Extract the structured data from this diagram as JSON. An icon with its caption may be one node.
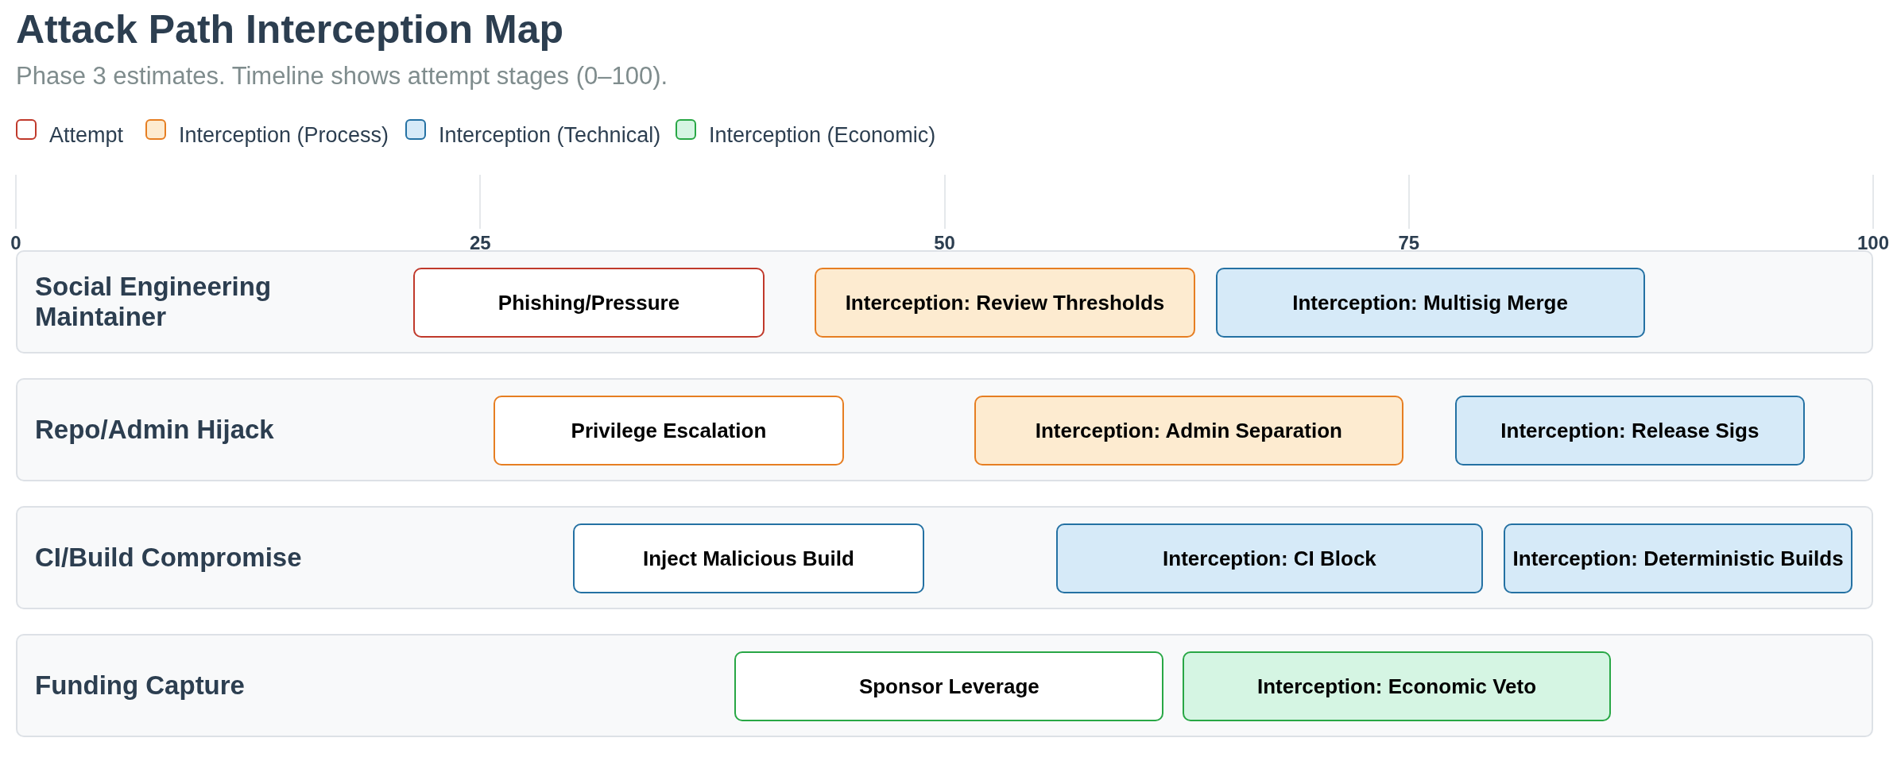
{
  "diagram": {
    "title": "Attack Path Interception Map",
    "caption": "Phase 3 estimates. Timeline shows attempt stages (0–100).",
    "nodes": [
      {
        "text": [
          "Social Engineering Maintainer"
        ]
      },
      {
        "text": [
          "Phishing/Pressure"
        ],
        "in": 0
      },
      {
        "text": [
          "Interception: Review Thresholds"
        ],
        "in": 0
      },
      {
        "text": [
          "Interception: Multisig Merge"
        ],
        "in": 0
      },
      {
        "text": [
          "Repo/Admin Hijack"
        ]
      },
      {
        "text": [
          "Privilege Escalation"
        ],
        "in": 4
      },
      {
        "text": [
          "Interception: Admin Separation"
        ],
        "in": 4
      },
      {
        "text": [
          "Interception: Release Sigs"
        ],
        "in": 4
      },
      {
        "text": [
          "CI/Build Compromise"
        ]
      },
      {
        "text": [
          "Inject Malicious Build"
        ],
        "in": 8
      },
      {
        "text": [
          "Interception: CI Block"
        ],
        "in": 8
      },
      {
        "text": [
          "Interception: Deterministic Builds"
        ],
        "in": 8
      },
      {
        "text": [
          "Funding Capture"
        ]
      },
      {
        "text": [
          "Sponsor Leverage"
        ],
        "in": 12
      },
      {
        "text": [
          "Interception: Economic Veto"
        ],
        "in": 12
      }
    ],
    "edges": [],
    "labels": [
      "0",
      "25",
      "50",
      "75",
      "100"
    ],
    "legend": [
      {
        "text": "Attempt",
        "color": "#ffffff"
      },
      {
        "text": "Interception (Process)",
        "color": "#fdebd0"
      },
      {
        "text": "Interception (Technical)",
        "color": "#d6eaf8"
      },
      {
        "text": "Interception (Economic)",
        "color": "#d5f5e3"
      }
    ]
  }
}
